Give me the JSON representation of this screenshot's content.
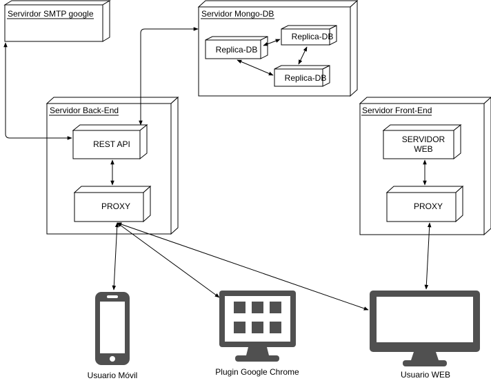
{
  "nodes": {
    "smtp": {
      "label": "Servirdor SMTP google"
    },
    "mongo": {
      "label": "Servidor Mongo-DB"
    },
    "backend": {
      "label": "Servidor Back-End"
    },
    "frontend": {
      "label": "Servidor Front-End"
    }
  },
  "components": {
    "replica_1": "Replica-DB",
    "replica_2": "Replica-DB",
    "replica_3": "Replica-DB",
    "rest_api": "REST API",
    "proxy_backend": "PROXY",
    "servidor_web_line1": "SERVIDOR",
    "servidor_web_line2": "WEB",
    "proxy_frontend": "PROXY"
  },
  "clients": {
    "mobile": "Usuario Móvil",
    "chrome": "Plugin Google Chrome",
    "web": "Usuario WEB"
  },
  "icons": {
    "mobile": "smartphone-icon",
    "chrome": "app-grid-monitor-icon",
    "web": "desktop-monitor-icon"
  },
  "colors": {
    "stroke": "#000000",
    "icon_fill": "#505050"
  }
}
